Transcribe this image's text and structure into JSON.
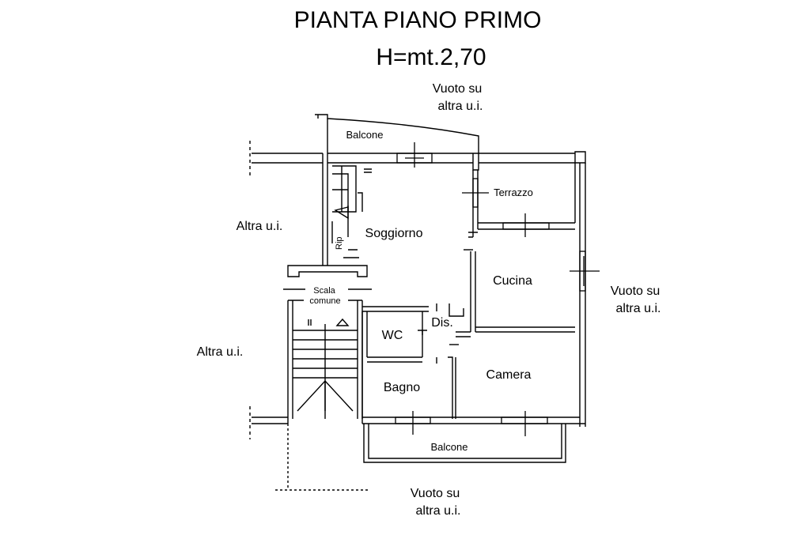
{
  "title": "PIANTA PIANO PRIMO",
  "subtitle": "H=mt.2,70",
  "labels": {
    "vuoto_top_1": "Vuoto su",
    "vuoto_top_2": "altra u.i.",
    "vuoto_right_1": "Vuoto su",
    "vuoto_right_2": "altra u.i.",
    "vuoto_bottom_1": "Vuoto su",
    "vuoto_bottom_2": "altra u.i.",
    "altra_left_upper": "Altra u.i.",
    "altra_left_lower": "Altra u.i."
  },
  "rooms": {
    "balcone_top": "Balcone",
    "terrazzo": "Terrazzo",
    "soggiorno": "Soggiorno",
    "rip": "Rip",
    "cucina": "Cucina",
    "scala_1": "Scala",
    "scala_2": "comune",
    "dis": "Dis.",
    "wc": "WC",
    "bagno": "Bagno",
    "camera": "Camera",
    "balcone_bottom": "Balcone"
  },
  "colors": {
    "line": "#000000",
    "background": "#ffffff"
  }
}
